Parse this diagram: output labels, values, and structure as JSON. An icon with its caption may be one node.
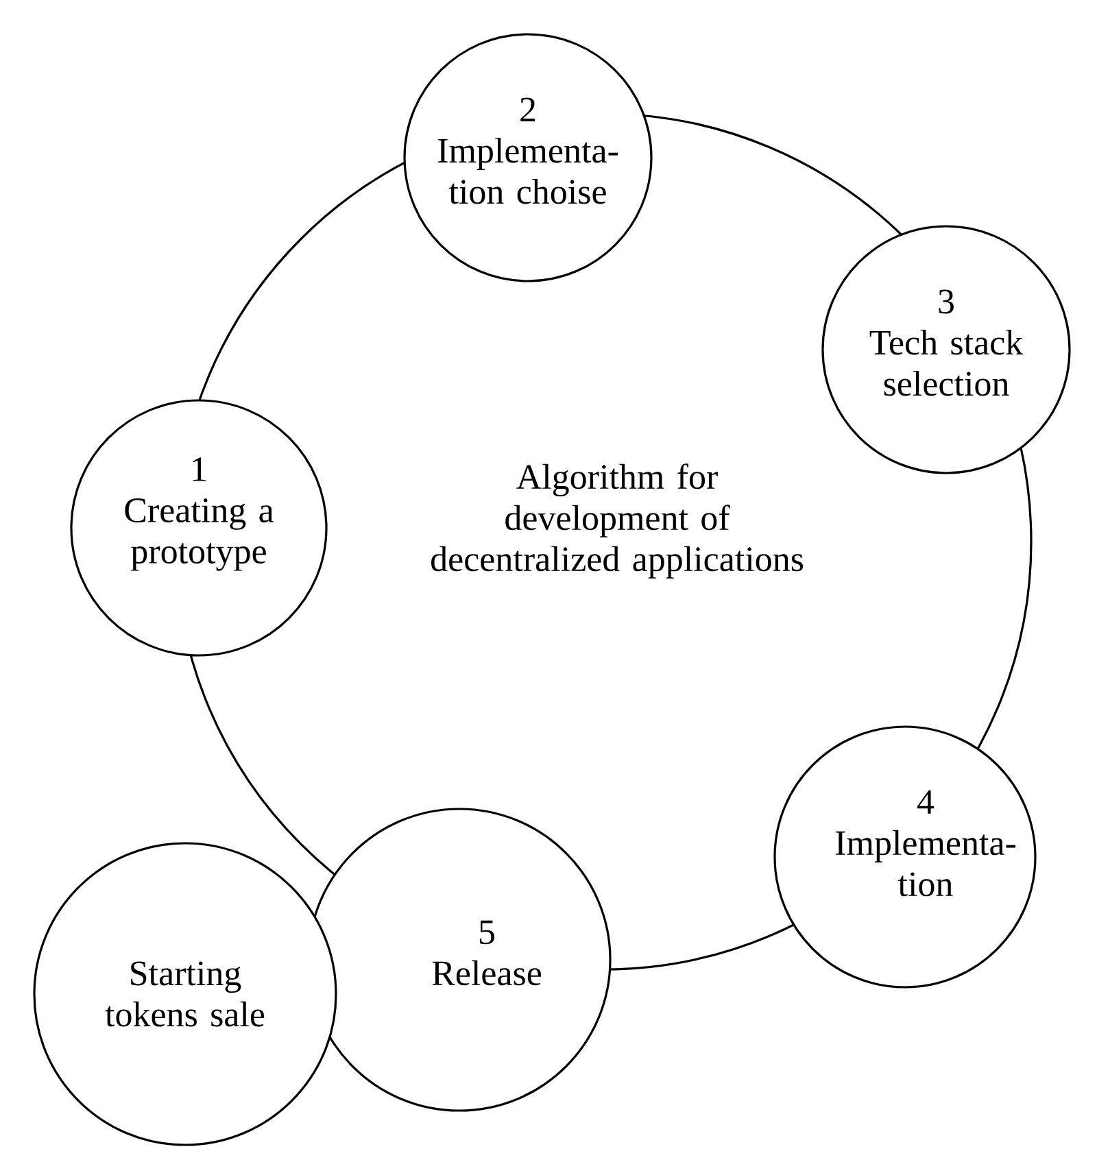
{
  "diagram": {
    "nodes": [
      {
        "text": [
          "Algorithm for development of decentralized applications"
        ]
      },
      {
        "text": [
          "1",
          "Creating a prototype"
        ]
      },
      {
        "text": [
          "2",
          "Implementa- tion choise"
        ]
      },
      {
        "text": [
          "3",
          "Tech stack selection"
        ]
      },
      {
        "text": [
          "4",
          "Implementa- tion"
        ]
      },
      {
        "text": [
          "5",
          "Release"
        ]
      },
      {
        "text": [
          "Starting tokens sale"
        ]
      }
    ]
  }
}
